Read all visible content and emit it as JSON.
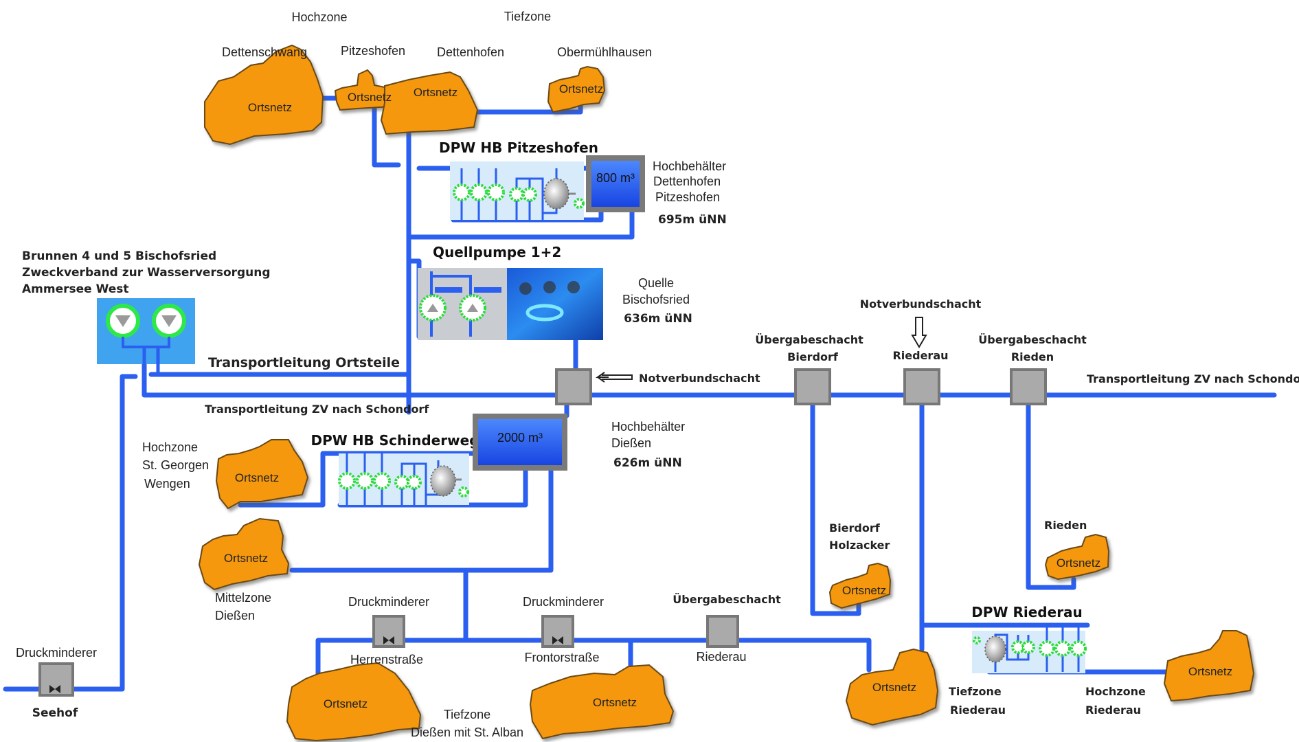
{
  "zones": {
    "hochzone_top": "Hochzone",
    "tiefzone_top": "Tiefzone"
  },
  "localities_top": {
    "dettenschwang": "Dettenschwang",
    "pitzeshofen": "Pitzeshofen",
    "dettenhofen": "Dettenhofen",
    "obermuehlhausen": "Obermühlhausen"
  },
  "ortsnetz_label": "Ortsnetz",
  "dpw_pitzeshofen": {
    "title": "DPW HB Pitzeshofen",
    "tank_volume": "800 m³",
    "desc_lines": [
      "Hochbehälter",
      "Dettenhofen",
      "Pitzeshofen"
    ],
    "elevation": "695m üNN"
  },
  "wells": {
    "lines": [
      "Brunnen 4 und 5 Bischofsried",
      "Zweckverband zur Wasserversorgung",
      "Ammersee West"
    ]
  },
  "quellpumpe": {
    "title": "Quellpumpe 1+2",
    "desc_lines": [
      "Quelle",
      "Bischofsried"
    ],
    "elevation": "636m üNN"
  },
  "pipelines": {
    "ortsteile": "Transportleitung Ortsteile",
    "zv_left": "Transportleitung ZV nach Schondorf",
    "zv_right": "Transportleitung ZV nach Schondorf"
  },
  "shafts": {
    "notverbund_left": "Notverbundschacht",
    "notverbund_top": "Notverbundschacht",
    "bierdorf": [
      "Übergabeschacht",
      "Bierdorf"
    ],
    "riederau_top": "Riederau",
    "rieden": [
      "Übergabeschacht",
      "Rieden"
    ]
  },
  "dpw_schinderweg": {
    "title": "DPW HB Schinderweg",
    "tank_volume": "2000 m³",
    "desc_lines": [
      "Hochbehälter",
      "Dießen"
    ],
    "elevation": "626m üNN"
  },
  "stgeorgen": [
    "Hochzone",
    "St. Georgen",
    "Wengen"
  ],
  "mittelzone": [
    "Mittelzone",
    "Dießen"
  ],
  "druckminderer": {
    "label": "Druckminderer",
    "herrenstrasse": "Herrenstraße",
    "frontorstrasse": "Frontorstraße",
    "seehof": "Seehof"
  },
  "uebergabe_riederau": [
    "Übergabeschacht",
    "Riederau"
  ],
  "tiefzone_diessen": [
    "Tiefzone",
    "Dießen mit St. Alban"
  ],
  "bierdorf_holzacker": [
    "Bierdorf",
    "Holzacker"
  ],
  "rieden_label": "Rieden",
  "dpw_riederau": {
    "title": "DPW Riederau"
  },
  "tiefzone_riederau": [
    "Tiefzone",
    "Riederau"
  ],
  "hochzone_riederau": [
    "Hochzone",
    "Riederau"
  ],
  "colors": {
    "pipe": "#2a5ff0",
    "ortsnetz": "#f5980f",
    "pump_ring": "#2bdc3a",
    "tank": "#1f5ff5"
  }
}
